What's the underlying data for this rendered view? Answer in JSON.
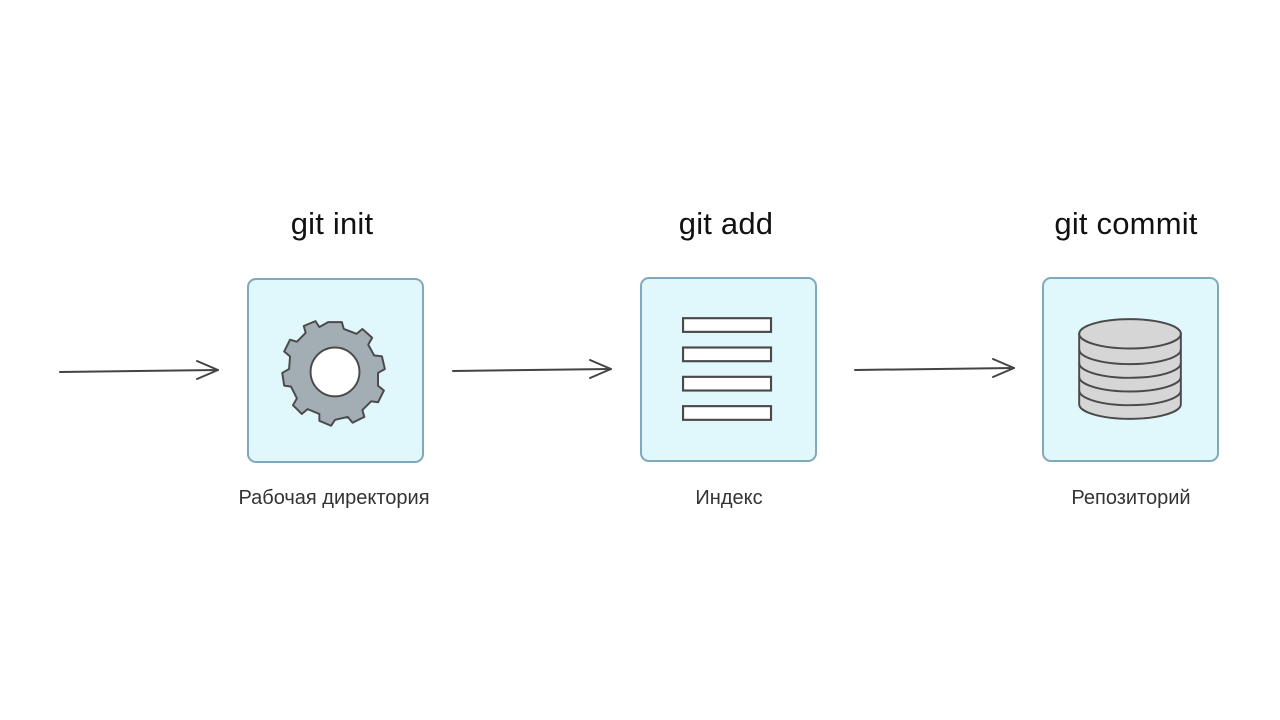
{
  "stages": [
    {
      "command": "git init",
      "caption": "Рабочая директория",
      "icon": "gear-icon"
    },
    {
      "command": "git add",
      "caption": "Индекс",
      "icon": "list-icon"
    },
    {
      "command": "git commit",
      "caption": "Репозиторий",
      "icon": "database-icon"
    }
  ],
  "colors": {
    "box_fill": "#e0f7fc",
    "box_border": "#7fa9bd",
    "arrow": "#444444",
    "gear_fill": "#a3adb4",
    "database_fill": "#d6d6d6"
  }
}
